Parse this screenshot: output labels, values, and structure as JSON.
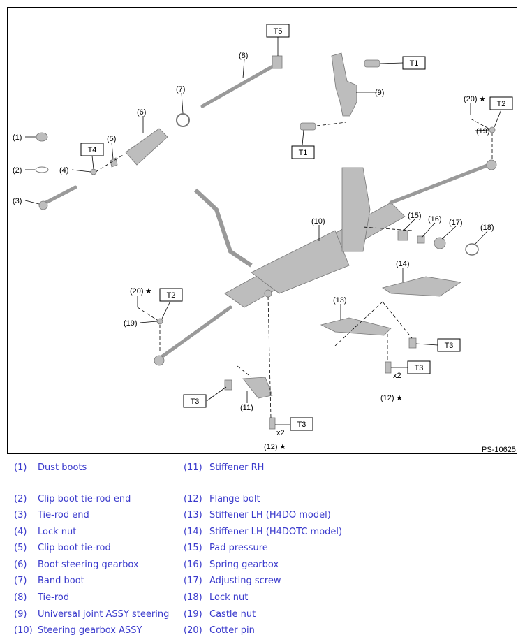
{
  "diagram": {
    "figure_id": "PS-10625",
    "callouts": {
      "c1": "(1)",
      "c2": "(2)",
      "c3": "(3)",
      "c4": "(4)",
      "c5": "(5)",
      "c6": "(6)",
      "c7": "(7)",
      "c8": "(8)",
      "c9": "(9)",
      "c10": "(10)",
      "c11": "(11)",
      "c12a": "(12)",
      "c12b": "(12)",
      "c13": "(13)",
      "c14": "(14)",
      "c15": "(15)",
      "c16": "(16)",
      "c17": "(17)",
      "c18": "(18)",
      "c19a": "(19)",
      "c19b": "(19)",
      "c20a": "(20)",
      "c20b": "(20)"
    },
    "torques": {
      "t5": "T5",
      "t1a": "T1",
      "t1b": "T1",
      "t4": "T4",
      "t2a": "T2",
      "t2b": "T2",
      "t3a": "T3",
      "t3b": "T3",
      "t3c": "T3",
      "t3d": "T3"
    },
    "qty": {
      "q1": "x2",
      "q2": "x2"
    },
    "star": "★"
  },
  "legend": [
    {
      "num": "(1)",
      "text": "Dust boots"
    },
    {
      "num": "(2)",
      "text": "Clip boot tie-rod end"
    },
    {
      "num": "(3)",
      "text": "Tie-rod end"
    },
    {
      "num": "(4)",
      "text": "Lock nut"
    },
    {
      "num": "(5)",
      "text": "Clip boot tie-rod"
    },
    {
      "num": "(6)",
      "text": "Boot steering gearbox"
    },
    {
      "num": "(7)",
      "text": "Band boot"
    },
    {
      "num": "(8)",
      "text": "Tie-rod"
    },
    {
      "num": "(9)",
      "text": "Universal joint ASSY steering"
    },
    {
      "num": "(10)",
      "text": "Steering gearbox ASSY"
    },
    {
      "num": "(11)",
      "text": "Stiffener RH"
    },
    {
      "num": "(12)",
      "text": "Flange bolt"
    },
    {
      "num": "(13)",
      "text": "Stiffener LH (H4DO model)"
    },
    {
      "num": "(14)",
      "text": "Stiffener LH (H4DOTC model)"
    },
    {
      "num": "(15)",
      "text": "Pad pressure"
    },
    {
      "num": "(16)",
      "text": "Spring gearbox"
    },
    {
      "num": "(17)",
      "text": "Adjusting screw"
    },
    {
      "num": "(18)",
      "text": "Lock nut"
    },
    {
      "num": "(19)",
      "text": "Castle nut"
    },
    {
      "num": "(20)",
      "text": "Cotter pin"
    }
  ]
}
